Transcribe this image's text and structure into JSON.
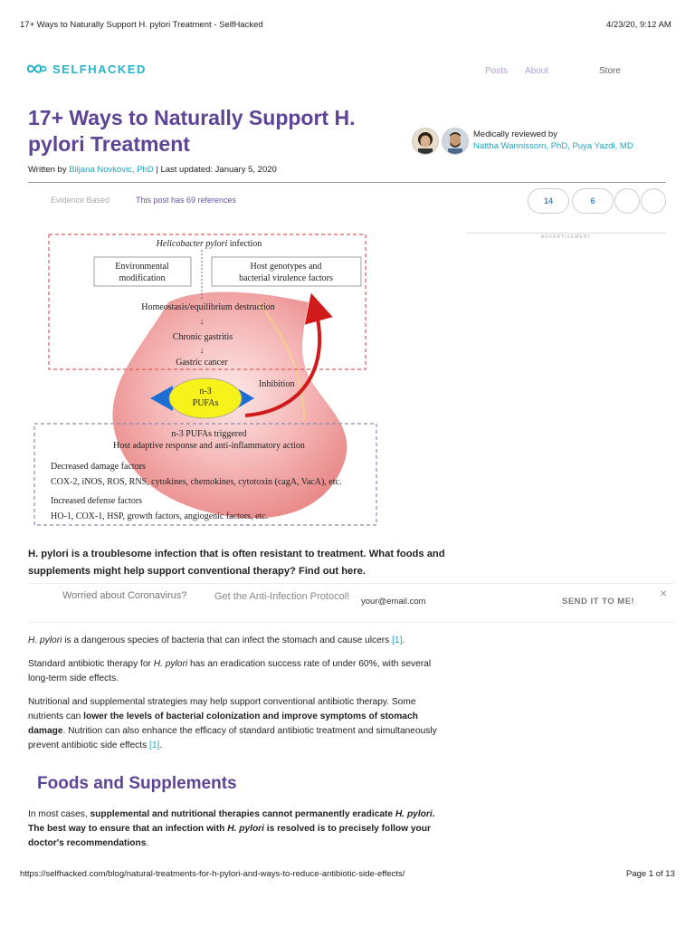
{
  "print_header": {
    "title": "17+ Ways to Naturally Support H. pylori Treatment - SelfHacked",
    "datetime": "4/23/20, 9:12 AM"
  },
  "site": {
    "logo": "SELFHACKED",
    "nav": [
      "Posts",
      "About",
      "Store"
    ]
  },
  "article": {
    "title": "17+ Ways to Naturally Support H. pylori Treatment",
    "written_by_prefix": "Written by ",
    "author": "Biljana Novkovic, PhD",
    "updated_sep": " | ",
    "updated": "Last updated: January 5, 2020",
    "reviewed_label": "Medically reviewed by",
    "reviewers": "Nattha Wannissorn, PhD, Puya Yazdi, MD",
    "evidence": "Evidence Based",
    "references": "This post has 69 references",
    "share_counts": [
      "14",
      "6"
    ],
    "advertisement": "ADVERTISEMENT"
  },
  "figure": {
    "infection_pre": "Helicobacter pylori",
    "infection_post": " infection",
    "env": [
      "Environmental",
      "modification"
    ],
    "host": [
      "Host genotypes and",
      "bacterial virulence factors"
    ],
    "homeostasis": "Homeostasis/equilibrium destruction",
    "gastritis": "Chronic gastritis",
    "cancer": "Gastric cancer",
    "inhibition": "Inhibition",
    "pufa": [
      "n-3",
      "PUFAs"
    ],
    "triggered": "n-3 PUFAs triggered",
    "adaptive": "Host adaptive response and anti-inflammatory action",
    "decreased_title": "Decreased damage factors",
    "decreased_items": "COX-2, iNOS, ROS, RNS, cytokines, chemokines, cytotoxin (cagA, VacA), etc.",
    "increased_title": "Increased defense factors",
    "increased_items": "HO-1, COX-1, HSP, growth factors, angiogenic factors, etc."
  },
  "lead": "H. pylori is a troublesome infection that is often resistant to treatment. What foods and supplements might help support conventional therapy? Find out here.",
  "promo": {
    "question": "Worried about Coronavirus?",
    "offer": "Get the Anti-Infection Protocol!",
    "email_placeholder": "your@email.com",
    "send": "SEND IT TO ME!",
    "close": "×"
  },
  "body": {
    "p1_italic": "H. pylori",
    "p1_rest": " is a dangerous species of bacteria that can infect the stomach and cause ulcers ",
    "p1_ref": "[1]",
    "p1_end": ".",
    "p2_pre": "Standard antibiotic therapy for ",
    "p2_italic": "H. pylori",
    "p2_rest": " has an eradication success rate of under 60%, with several long-term side effects.",
    "p3_a": "Nutritional and supplemental strategies may help support conventional antibiotic therapy. Some nutrients can ",
    "p3_b": "lower the levels of bacterial colonization and improve symptoms of stomach damage",
    "p3_c": ". Nutrition can also enhance the efficacy of standard antibiotic treatment and simultaneously prevent antibiotic side effects ",
    "p3_ref": "[1]",
    "p3_end": ".",
    "h2": "Foods and Supplements",
    "p4_a": "In most cases, ",
    "p4_b": "supplemental and nutritional therapies cannot permanently eradicate ",
    "p4_i": "H. pylori",
    "p4_c": ". The best way to ensure that an infection with ",
    "p4_i2": "H. pylori",
    "p4_d": " is resolved is to precisely follow your doctor's recommendations",
    "p4_end": "."
  },
  "footer": {
    "url": "https://selfhacked.com/blog/natural-treatments-for-h-pylori-and-ways-to-reduce-antibiotic-side-effects/",
    "page": "Page 1 of 13"
  },
  "colors": {
    "brand_purple": "#5e4494",
    "brand_teal": "#27b3c9",
    "link": "#1fa5c0",
    "stomach_red": "#c62828",
    "pufa_yellow": "#f7f21a",
    "arrow_blue": "#1d6fd3"
  }
}
